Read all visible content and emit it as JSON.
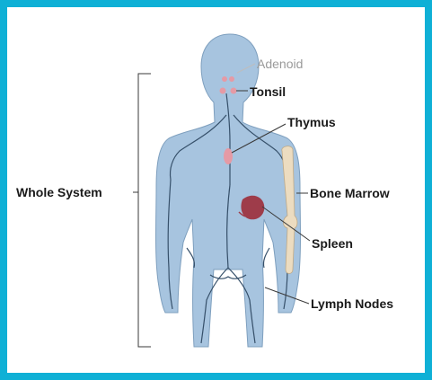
{
  "colors": {
    "frame": "#0fb0d6",
    "body_fill": "#a7c4df",
    "body_stroke": "#7e9fbe",
    "lymph_vessel": "#36506a",
    "node": "#e59aa5",
    "spleen": "#9e3c4a",
    "bone": "#ecdcc0",
    "leader": "#3a3a3a"
  },
  "labels": {
    "adenoid": "Adenoid",
    "tonsil": "Tonsil",
    "thymus": "Thymus",
    "whole_system": "Whole System",
    "bone_marrow": "Bone Marrow",
    "spleen": "Spleen",
    "lymph_nodes": "Lymph Nodes"
  }
}
